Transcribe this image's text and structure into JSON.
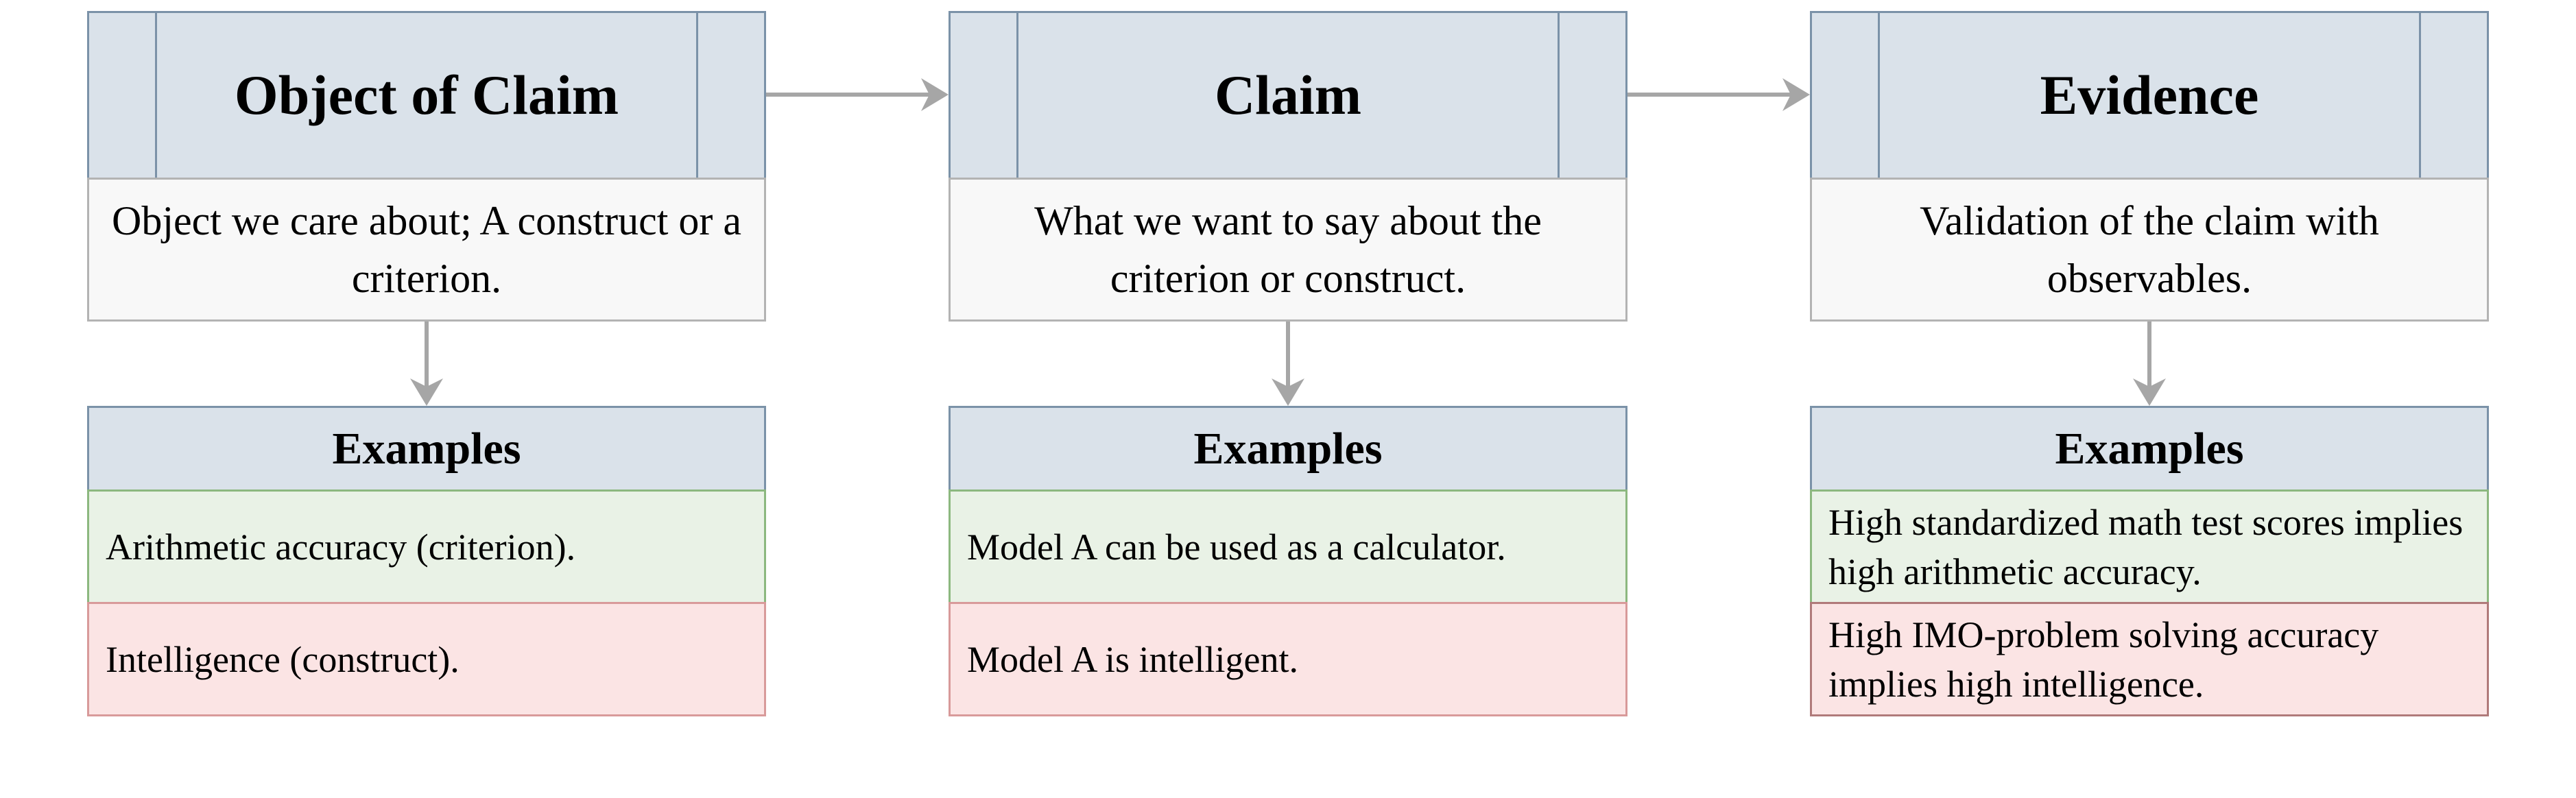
{
  "columns": [
    {
      "title": "Object of Claim",
      "description": "Object we care about; A construct or a criterion.",
      "examples_label": "Examples",
      "example_positive": "Arithmetic accuracy (criterion).",
      "example_negative": "Intelligence (construct)."
    },
    {
      "title": "Claim",
      "description": "What we want to say about the criterion or construct.",
      "examples_label": "Examples",
      "example_positive": "Model A can be used as a calculator.",
      "example_negative": "Model A is intelligent."
    },
    {
      "title": "Evidence",
      "description": "Validation of the claim with observables.",
      "examples_label": "Examples",
      "example_positive": "High standardized math test scores implies high arithmetic accuracy.",
      "example_negative": "High IMO-problem solving accuracy implies high intelligence."
    }
  ],
  "colors": {
    "header_fill": "#dae2ea",
    "header_border": "#7b92a8",
    "description_fill": "#f8f8f8",
    "description_border": "#b3b3b3",
    "positive_fill": "#e9f2e6",
    "positive_border": "#8cb87f",
    "negative_fill": "#fbe4e4",
    "negative_border": "#d89a9a",
    "arrow": "#a6a6a6"
  }
}
